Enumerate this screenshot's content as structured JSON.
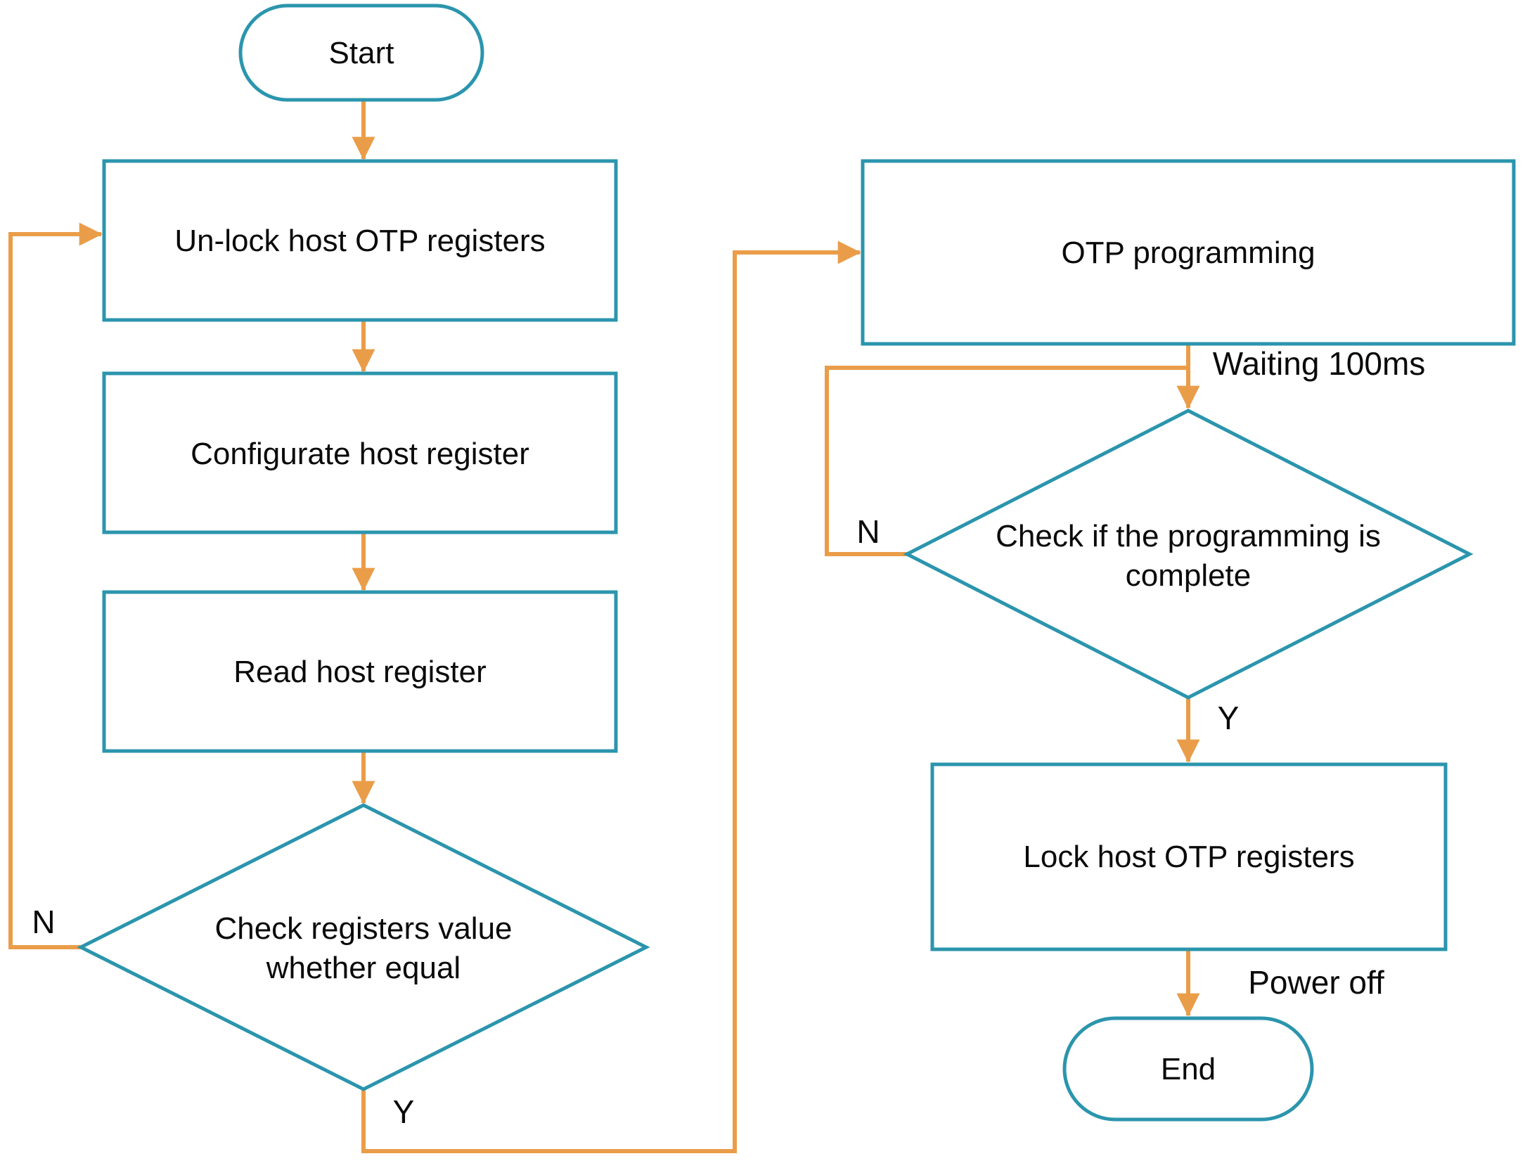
{
  "colors": {
    "background": "#ffffff",
    "shape_border": "#2b95ad",
    "shape_fill": "#ffffff",
    "arrow": "#ea9d49",
    "text": "#0a0a0a"
  },
  "nodes": {
    "start": {
      "label": "Start"
    },
    "unlock": {
      "label": "Un-lock host OTP registers"
    },
    "configurate": {
      "label": "Configurate host register"
    },
    "read": {
      "label": "Read host register"
    },
    "check_equal": {
      "lines": [
        "Check registers value",
        "whether equal"
      ]
    },
    "otp_programming": {
      "label": "OTP programming"
    },
    "check_complete": {
      "lines": [
        "Check if the programming is",
        "complete"
      ]
    },
    "lock": {
      "label": "Lock host OTP registers"
    },
    "end": {
      "label": "End"
    }
  },
  "edge_labels": {
    "check_equal_no": "N",
    "check_equal_yes": "Y",
    "waiting": "Waiting 100ms",
    "check_complete_no": "N",
    "check_complete_yes": "Y",
    "power_off": "Power off"
  }
}
